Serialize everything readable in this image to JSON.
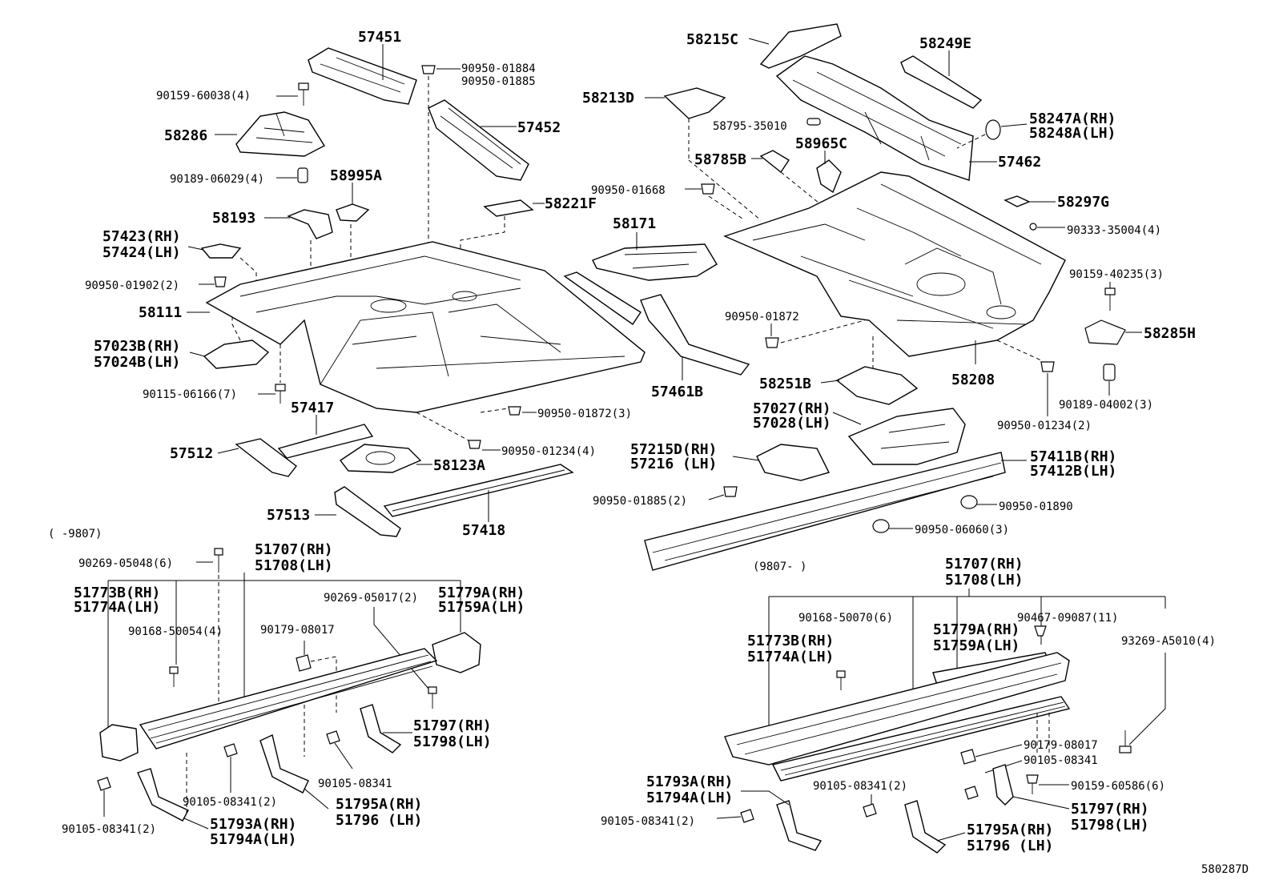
{
  "diagram_id": "580287D",
  "labels": {
    "p57451": "57451",
    "p90950_01884": "90950-01884",
    "p90950_01885a": "90950-01885",
    "p90159_60038": "90159-60038(4)",
    "p58286": "58286",
    "p57452": "57452",
    "p90189_06029": "90189-06029(4)",
    "p58995A": "58995A",
    "p58193": "58193",
    "p58221F": "58221F",
    "p57423": "57423(RH)",
    "p57424": "57424(LH)",
    "p90950_01902": "90950-01902(2)",
    "p58111": "58111",
    "p57023B": "57023B(RH)",
    "p57024B": "57024B(LH)",
    "p90115_06166": "90115-06166(7)",
    "p57417": "57417",
    "p57512": "57512",
    "p58123A": "58123A",
    "p90950_01872_3": "90950-01872(3)",
    "p90950_01234_4": "90950-01234(4)",
    "p57513": "57513",
    "p57418": "57418",
    "p58171": "58171",
    "p57461B": "57461B",
    "p58215C": "58215C",
    "p58249E": "58249E",
    "p58213D": "58213D",
    "p58795": "58795-35010",
    "p58247A": "58247A(RH)",
    "p58248A": "58248A(LH)",
    "p58965C": "58965C",
    "p58785B": "58785B",
    "p57462": "57462",
    "p90950_01668": "90950-01668",
    "p58297G": "58297G",
    "p90333": "90333-35004(4)",
    "p90159_40235": "90159-40235(3)",
    "p90950_01872": "90950-01872",
    "p58285H": "58285H",
    "p58251B": "58251B",
    "p58208": "58208",
    "p57027": "57027(RH)",
    "p57028": "57028(LH)",
    "p90189_04002": "90189-04002(3)",
    "p90950_01234_2": "90950-01234(2)",
    "p57215D": "57215D(RH)",
    "p57216": "57216  (LH)",
    "p57411B": "57411B(RH)",
    "p57412B": "57412B(LH)",
    "p90950_01885_2": "90950-01885(2)",
    "p90950_01890": "90950-01890",
    "p90950_06060": "90950-06060(3)",
    "range_left": "(     -9807)",
    "range_right": "(9807-      )",
    "L_90269_05048": "90269-05048(6)",
    "L_51707": "51707(RH)",
    "L_51708": "51708(LH)",
    "L_51773B": "51773B(RH)",
    "L_51774A": "51774A(LH)",
    "L_90269_05017": "90269-05017(2)",
    "L_51779A": "51779A(RH)",
    "L_51759A": "51759A(LH)",
    "L_90168_50054": "90168-50054(4)",
    "L_90179_08017": "90179-08017",
    "L_51797": "51797(RH)",
    "L_51798": "51798(LH)",
    "L_90105_08341": "90105-08341",
    "L_90105_08341_2a": "90105-08341(2)",
    "L_51795A": "51795A(RH)",
    "L_51796": "51796  (LH)",
    "L_90105_08341_2b": "90105-08341(2)",
    "L_51793A": "51793A(RH)",
    "L_51794A": "51794A(LH)",
    "R_51707": "51707(RH)",
    "R_51708": "51708(LH)",
    "R_90168_50070": "90168-50070(6)",
    "R_90467_09087": "90467-09087(11)",
    "R_51773B": "51773B(RH)",
    "R_51774A": "51774A(LH)",
    "R_51779A": "51779A(RH)",
    "R_51759A": "51759A(LH)",
    "R_93269": "93269-A5010(4)",
    "R_90179_08017": "90179-08017",
    "R_90105_08341": "90105-08341",
    "R_90159_60586": "90159-60586(6)",
    "R_51793A": "51793A(RH)",
    "R_51794A": "51794A(LH)",
    "R_90105_08341_2a": "90105-08341(2)",
    "R_90105_08341_2b": "90105-08341(2)",
    "R_51795A": "51795A(RH)",
    "R_51796": "51796  (LH)",
    "R_51797": "51797(RH)",
    "R_51798": "51798(LH)"
  }
}
